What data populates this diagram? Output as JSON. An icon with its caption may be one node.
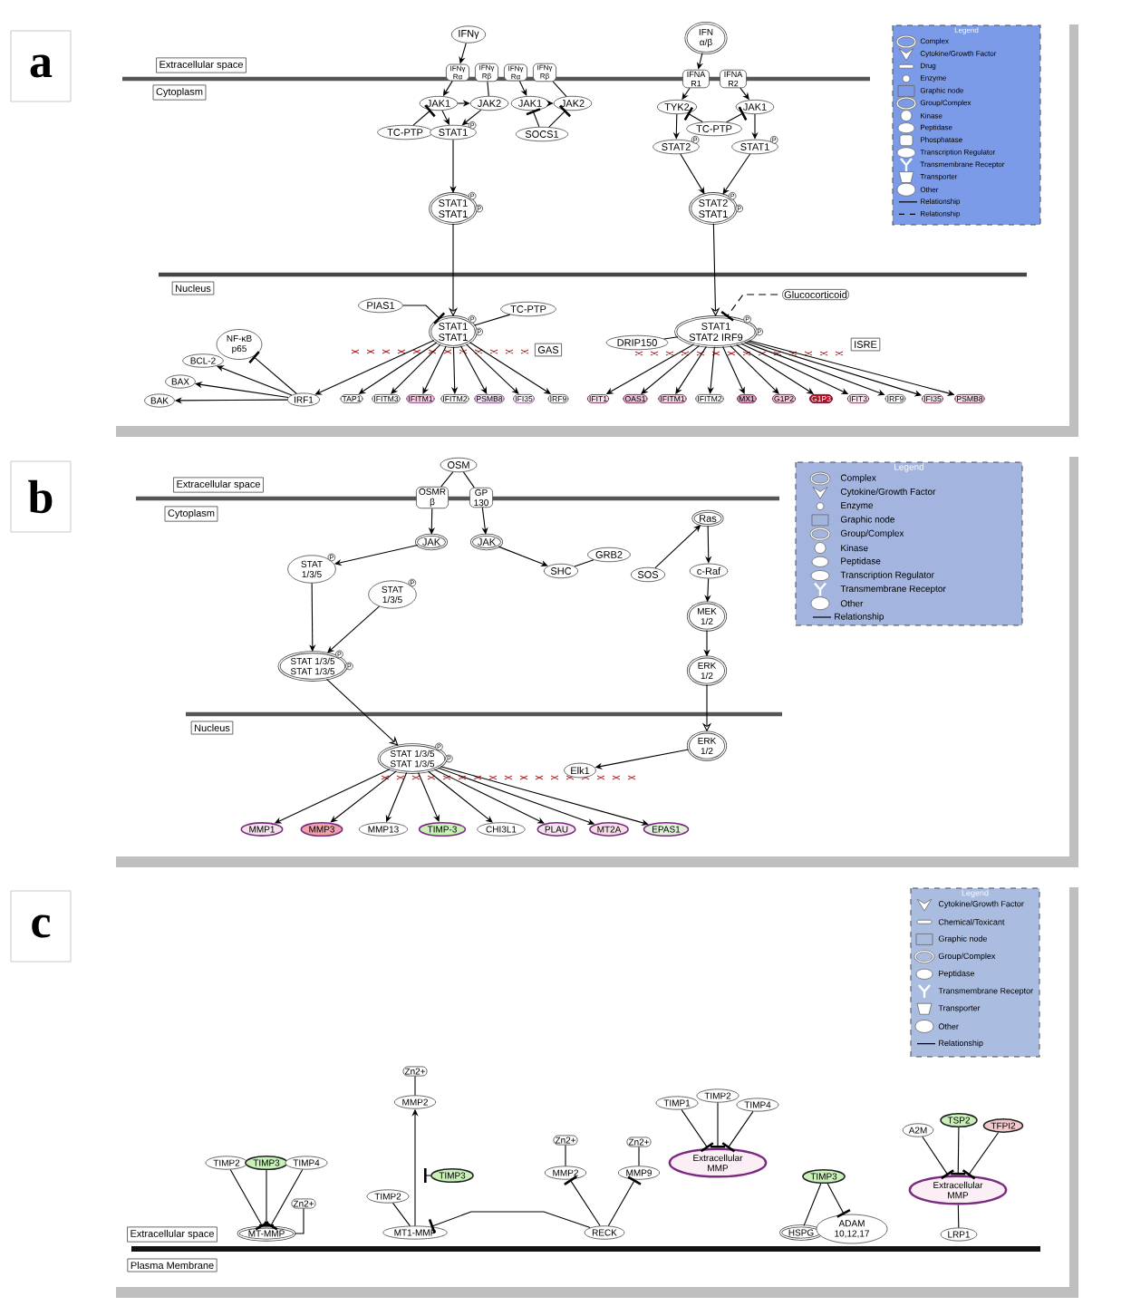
{
  "diagram": {
    "nodes": [
      {
        "text": [
          "a"
        ]
      },
      {
        "text": [
          "Extracellular space"
        ]
      },
      {
        "text": [
          "Cytoplasm"
        ]
      },
      {
        "text": [
          "Nucleus"
        ]
      },
      {
        "text": [
          "IFNγ"
        ]
      },
      {
        "text": [
          "IFNγ Rα"
        ]
      },
      {
        "text": [
          "IFNγ Rβ"
        ]
      },
      {
        "text": [
          "IFNγ Rα"
        ]
      },
      {
        "text": [
          "IFNγ Rβ"
        ]
      },
      {
        "text": [
          "JAK1"
        ]
      },
      {
        "text": [
          "JAK2"
        ]
      },
      {
        "text": [
          "JAK1"
        ]
      },
      {
        "text": [
          "JAK2"
        ]
      },
      {
        "text": [
          "TC-PTP"
        ]
      },
      {
        "text": [
          "STAT1"
        ],
        "beside": [
          "P"
        ]
      },
      {
        "text": [
          "SOCS1"
        ]
      },
      {
        "text": [
          "STAT1",
          "STAT1"
        ],
        "beside": [
          "P",
          "P"
        ]
      },
      {
        "text": [
          "PIAS1"
        ]
      },
      {
        "text": [
          "TC-PTP"
        ]
      },
      {
        "text": [
          "STAT1",
          "STAT1"
        ],
        "beside": [
          "P",
          "P"
        ]
      },
      {
        "text": [
          "GAS"
        ]
      },
      {
        "text": [
          "NF-κB p65"
        ]
      },
      {
        "text": [
          "BCL-2"
        ]
      },
      {
        "text": [
          "BAX"
        ]
      },
      {
        "text": [
          "BAK"
        ]
      },
      {
        "text": [
          "IRF1"
        ]
      },
      {
        "text": [
          "TAP1"
        ]
      },
      {
        "text": [
          "IFITM3"
        ]
      },
      {
        "text": [
          "IFITM1"
        ]
      },
      {
        "text": [
          "IFITM2"
        ]
      },
      {
        "text": [
          "PSMB8"
        ]
      },
      {
        "text": [
          "IFI35"
        ]
      },
      {
        "text": [
          "IRF9"
        ]
      },
      {
        "text": [
          "IFN α/β"
        ]
      },
      {
        "text": [
          "IFNA R1"
        ]
      },
      {
        "text": [
          "IFNA R2"
        ]
      },
      {
        "text": [
          "TYK2"
        ]
      },
      {
        "text": [
          "TC-PTP"
        ]
      },
      {
        "text": [
          "JAK1"
        ]
      },
      {
        "text": [
          "STAT2"
        ],
        "beside": [
          "P"
        ]
      },
      {
        "text": [
          "STAT1"
        ],
        "beside": [
          "P"
        ]
      },
      {
        "text": [
          "STAT2",
          "STAT1"
        ],
        "beside": [
          "P",
          "P"
        ]
      },
      {
        "text": [
          "Glucocorticoid"
        ]
      },
      {
        "text": [
          "STAT1",
          "STAT2",
          "IRF9"
        ],
        "beside": [
          "P",
          "P"
        ]
      },
      {
        "text": [
          "DRIP150"
        ]
      },
      {
        "text": [
          "ISRE"
        ]
      },
      {
        "text": [
          "IFIT1"
        ]
      },
      {
        "text": [
          "OAS1"
        ]
      },
      {
        "text": [
          "IFITM1"
        ]
      },
      {
        "text": [
          "IFITM2"
        ]
      },
      {
        "text": [
          "MX1"
        ]
      },
      {
        "text": [
          "G1P2"
        ]
      },
      {
        "text": [
          "G1P3"
        ]
      },
      {
        "text": [
          "IFIT3"
        ]
      },
      {
        "text": [
          "IRF9"
        ]
      },
      {
        "text": [
          "IFI35"
        ]
      },
      {
        "text": [
          "PSMB8"
        ]
      },
      {
        "text": [
          "b"
        ]
      },
      {
        "text": [
          "Extracellular space"
        ]
      },
      {
        "text": [
          "Cytoplasm"
        ]
      },
      {
        "text": [
          "Nucleus"
        ]
      },
      {
        "text": [
          "OSM"
        ]
      },
      {
        "text": [
          "OSMR β"
        ]
      },
      {
        "text": [
          "GP 130"
        ]
      },
      {
        "text": [
          "JAK"
        ]
      },
      {
        "text": [
          "JAK"
        ]
      },
      {
        "text": [
          "STAT 1/3/5"
        ],
        "beside": [
          "P"
        ]
      },
      {
        "text": [
          "STAT 1/3/5"
        ],
        "beside": [
          "P"
        ]
      },
      {
        "text": [
          "STAT 1/3/5",
          "STAT 1/3/5"
        ],
        "beside": [
          "P",
          "P"
        ]
      },
      {
        "text": [
          "SHC"
        ]
      },
      {
        "text": [
          "GRB2"
        ]
      },
      {
        "text": [
          "SOS"
        ]
      },
      {
        "text": [
          "Ras"
        ]
      },
      {
        "text": [
          "c-Raf"
        ]
      },
      {
        "text": [
          "MEK 1/2"
        ]
      },
      {
        "text": [
          "ERK 1/2"
        ]
      },
      {
        "text": [
          "ERK 1/2"
        ]
      },
      {
        "text": [
          "STAT 1/3/5",
          "STAT 1/3/5"
        ],
        "beside": [
          "P",
          "P"
        ]
      },
      {
        "text": [
          "Elk1"
        ]
      },
      {
        "text": [
          "MMP1"
        ]
      },
      {
        "text": [
          "MMP3"
        ]
      },
      {
        "text": [
          "MMP13"
        ]
      },
      {
        "text": [
          "TIMP-3"
        ]
      },
      {
        "text": [
          "CHI3L1"
        ]
      },
      {
        "text": [
          "PLAU"
        ]
      },
      {
        "text": [
          "MT2A"
        ]
      },
      {
        "text": [
          "EPAS1"
        ]
      },
      {
        "text": [
          "c"
        ]
      },
      {
        "text": [
          "Extracellular space"
        ]
      },
      {
        "text": [
          "Plasma Membrane"
        ]
      },
      {
        "text": [
          "TIMP2"
        ]
      },
      {
        "text": [
          "TIMP3"
        ]
      },
      {
        "text": [
          "TIMP4"
        ]
      },
      {
        "text": [
          "Zn2+"
        ]
      },
      {
        "text": [
          "MT-MMP"
        ]
      },
      {
        "text": [
          "Zn2+"
        ]
      },
      {
        "text": [
          "MMP2"
        ]
      },
      {
        "text": [
          "TIMP3"
        ]
      },
      {
        "text": [
          "TIMP2"
        ]
      },
      {
        "text": [
          "MT1-MMP"
        ]
      },
      {
        "text": [
          "Zn2+"
        ]
      },
      {
        "text": [
          "MMP2"
        ]
      },
      {
        "text": [
          "Zn2+"
        ]
      },
      {
        "text": [
          "MMP9"
        ]
      },
      {
        "text": [
          "RECK"
        ]
      },
      {
        "text": [
          "TIMP1"
        ]
      },
      {
        "text": [
          "TIMP2"
        ]
      },
      {
        "text": [
          "TIMP4"
        ]
      },
      {
        "text": [
          "Extracellular MMP"
        ]
      },
      {
        "text": [
          "TIMP3"
        ]
      },
      {
        "text": [
          "HSPG"
        ]
      },
      {
        "text": [
          "ADAM 10,12,17"
        ]
      },
      {
        "text": [
          "A2M"
        ]
      },
      {
        "text": [
          "TSP2"
        ]
      },
      {
        "text": [
          "TFPI2"
        ]
      },
      {
        "text": [
          "Extracellular MMP"
        ]
      },
      {
        "text": [
          "LRP1"
        ]
      }
    ],
    "edges": [
      {
        "from": 4,
        "to": 5,
        "arrow": "to"
      },
      {
        "from": 5,
        "to": 9,
        "arrow": "to"
      },
      {
        "from": 6,
        "to": 10,
        "arrow": "none"
      },
      {
        "from": 7,
        "to": 11,
        "arrow": "to"
      },
      {
        "from": 8,
        "to": 12,
        "arrow": "none"
      },
      {
        "from": 9,
        "to": 10,
        "arrow": "to"
      },
      {
        "from": 11,
        "to": 12,
        "arrow": "to"
      },
      {
        "from": 9,
        "to": 14,
        "arrow": "to"
      },
      {
        "from": 10,
        "to": 14,
        "arrow": "to"
      },
      {
        "from": 13,
        "to": 9,
        "arrow": "other"
      },
      {
        "from": 15,
        "to": 11,
        "arrow": "other"
      },
      {
        "from": 15,
        "to": 12,
        "arrow": "other"
      },
      {
        "from": 14,
        "to": 16,
        "arrow": "to"
      },
      {
        "from": 16,
        "to": 19,
        "arrow": "to"
      },
      {
        "from": 17,
        "to": 19,
        "arrow": "other"
      },
      {
        "from": 18,
        "to": 19,
        "arrow": "none"
      },
      {
        "from": 19,
        "to": 25,
        "arrow": "to"
      },
      {
        "from": 19,
        "to": 26,
        "arrow": "to"
      },
      {
        "from": 19,
        "to": 27,
        "arrow": "to"
      },
      {
        "from": 19,
        "to": 28,
        "arrow": "to"
      },
      {
        "from": 19,
        "to": 29,
        "arrow": "to"
      },
      {
        "from": 19,
        "to": 30,
        "arrow": "to"
      },
      {
        "from": 19,
        "to": 31,
        "arrow": "to"
      },
      {
        "from": 19,
        "to": 32,
        "arrow": "to"
      },
      {
        "from": 25,
        "to": 24,
        "arrow": "to"
      },
      {
        "from": 25,
        "to": 23,
        "arrow": "to"
      },
      {
        "from": 25,
        "to": 22,
        "arrow": "to"
      },
      {
        "from": 25,
        "to": 21,
        "arrow": "other"
      },
      {
        "from": 33,
        "to": 34,
        "arrow": "to"
      },
      {
        "from": 34,
        "to": 36,
        "arrow": "to"
      },
      {
        "from": 35,
        "to": 38,
        "arrow": "to"
      },
      {
        "from": 37,
        "to": 36,
        "arrow": "other"
      },
      {
        "from": 37,
        "to": 38,
        "arrow": "other"
      },
      {
        "from": 36,
        "to": 39,
        "arrow": "to"
      },
      {
        "from": 38,
        "to": 40,
        "arrow": "to"
      },
      {
        "from": 39,
        "to": 41,
        "arrow": "to"
      },
      {
        "from": 40,
        "to": 41,
        "arrow": "to"
      },
      {
        "from": 41,
        "to": 43,
        "arrow": "to"
      },
      {
        "from": 42,
        "to": 43,
        "arrow": "other",
        "style": "dashed"
      },
      {
        "from": 44,
        "to": 43,
        "arrow": "none"
      },
      {
        "from": 43,
        "to": 46,
        "arrow": "to"
      },
      {
        "from": 43,
        "to": 47,
        "arrow": "to"
      },
      {
        "from": 43,
        "to": 48,
        "arrow": "to"
      },
      {
        "from": 43,
        "to": 49,
        "arrow": "to"
      },
      {
        "from": 43,
        "to": 50,
        "arrow": "to"
      },
      {
        "from": 43,
        "to": 51,
        "arrow": "to"
      },
      {
        "from": 43,
        "to": 52,
        "arrow": "to"
      },
      {
        "from": 43,
        "to": 53,
        "arrow": "to"
      },
      {
        "from": 43,
        "to": 54,
        "arrow": "to"
      },
      {
        "from": 43,
        "to": 55,
        "arrow": "to"
      },
      {
        "from": 43,
        "to": 56,
        "arrow": "to"
      },
      {
        "from": 61,
        "to": 62,
        "arrow": "none"
      },
      {
        "from": 61,
        "to": 63,
        "arrow": "none"
      },
      {
        "from": 62,
        "to": 64,
        "arrow": "to"
      },
      {
        "from": 63,
        "to": 65,
        "arrow": "to"
      },
      {
        "from": 64,
        "to": 66,
        "arrow": "to"
      },
      {
        "from": 65,
        "to": 69,
        "arrow": "to"
      },
      {
        "from": 69,
        "to": 70,
        "arrow": "none"
      },
      {
        "from": 71,
        "to": 72,
        "arrow": "to"
      },
      {
        "from": 72,
        "to": 73,
        "arrow": "to"
      },
      {
        "from": 73,
        "to": 74,
        "arrow": "to"
      },
      {
        "from": 74,
        "to": 75,
        "arrow": "to"
      },
      {
        "from": 75,
        "to": 76,
        "arrow": "to"
      },
      {
        "from": 76,
        "to": 78,
        "arrow": "to"
      },
      {
        "from": 66,
        "to": 68,
        "arrow": "to"
      },
      {
        "from": 67,
        "to": 68,
        "arrow": "to"
      },
      {
        "from": 68,
        "to": 77,
        "arrow": "to"
      },
      {
        "from": 77,
        "to": 79,
        "arrow": "to"
      },
      {
        "from": 77,
        "to": 80,
        "arrow": "to"
      },
      {
        "from": 77,
        "to": 81,
        "arrow": "to"
      },
      {
        "from": 77,
        "to": 82,
        "arrow": "to"
      },
      {
        "from": 77,
        "to": 83,
        "arrow": "to"
      },
      {
        "from": 77,
        "to": 84,
        "arrow": "to"
      },
      {
        "from": 77,
        "to": 85,
        "arrow": "to"
      },
      {
        "from": 77,
        "to": 86,
        "arrow": "to"
      },
      {
        "from": 90,
        "to": 94,
        "arrow": "other"
      },
      {
        "from": 91,
        "to": 94,
        "arrow": "other"
      },
      {
        "from": 92,
        "to": 94,
        "arrow": "other"
      },
      {
        "from": 93,
        "to": 94,
        "arrow": "none"
      },
      {
        "from": 95,
        "to": 96,
        "arrow": "none"
      },
      {
        "from": 99,
        "to": 96,
        "arrow": "to"
      },
      {
        "from": 97,
        "to": null,
        "arrow": "other"
      },
      {
        "from": 98,
        "to": 99,
        "arrow": "none"
      },
      {
        "from": 104,
        "to": 99,
        "arrow": "other"
      },
      {
        "from": 100,
        "to": 101,
        "arrow": "none"
      },
      {
        "from": 102,
        "to": 103,
        "arrow": "none"
      },
      {
        "from": 104,
        "to": 101,
        "arrow": "other"
      },
      {
        "from": 104,
        "to": 103,
        "arrow": "other"
      },
      {
        "from": 105,
        "to": 108,
        "arrow": "other"
      },
      {
        "from": 106,
        "to": 108,
        "arrow": "other"
      },
      {
        "from": 107,
        "to": 108,
        "arrow": "other"
      },
      {
        "from": 109,
        "to": 110,
        "arrow": "none"
      },
      {
        "from": 109,
        "to": 111,
        "arrow": "other"
      },
      {
        "from": 112,
        "to": 115,
        "arrow": "other"
      },
      {
        "from": 113,
        "to": 115,
        "arrow": "other"
      },
      {
        "from": 114,
        "to": 115,
        "arrow": "other"
      },
      {
        "from": 115,
        "to": 116,
        "arrow": "none"
      }
    ],
    "labels": [
      "Legend",
      "Legend",
      "Legend"
    ],
    "legend": [
      {
        "text": "Complex"
      },
      {
        "text": "Cytokine/Growth Factor"
      },
      {
        "text": "Drug"
      },
      {
        "text": "Enzyme"
      },
      {
        "text": "Graphic node"
      },
      {
        "text": "Group/Complex"
      },
      {
        "text": "Kinase"
      },
      {
        "text": "Peptidase"
      },
      {
        "text": "Phosphatase"
      },
      {
        "text": "Transcription Regulator"
      },
      {
        "text": "Transmembrane Receptor"
      },
      {
        "text": "Transporter"
      },
      {
        "text": "Other"
      },
      {
        "text": "Relationship"
      },
      {
        "text": "Relationship"
      },
      {
        "text": "Complex"
      },
      {
        "text": "Cytokine/Growth Factor"
      },
      {
        "text": "Enzyme"
      },
      {
        "text": "Graphic node"
      },
      {
        "text": "Group/Complex"
      },
      {
        "text": "Kinase"
      },
      {
        "text": "Peptidase"
      },
      {
        "text": "Transcription Regulator"
      },
      {
        "text": "Transmembrane Receptor"
      },
      {
        "text": "Other"
      },
      {
        "text": "Relationship"
      },
      {
        "text": "Cytokine/Growth Factor"
      },
      {
        "text": "Chemical/Toxicant"
      },
      {
        "text": "Graphic node"
      },
      {
        "text": "Group/Complex"
      },
      {
        "text": "Peptidase"
      },
      {
        "text": "Transmembrane Receptor"
      },
      {
        "text": "Transporter"
      },
      {
        "text": "Other"
      },
      {
        "text": "Relationship"
      }
    ]
  }
}
